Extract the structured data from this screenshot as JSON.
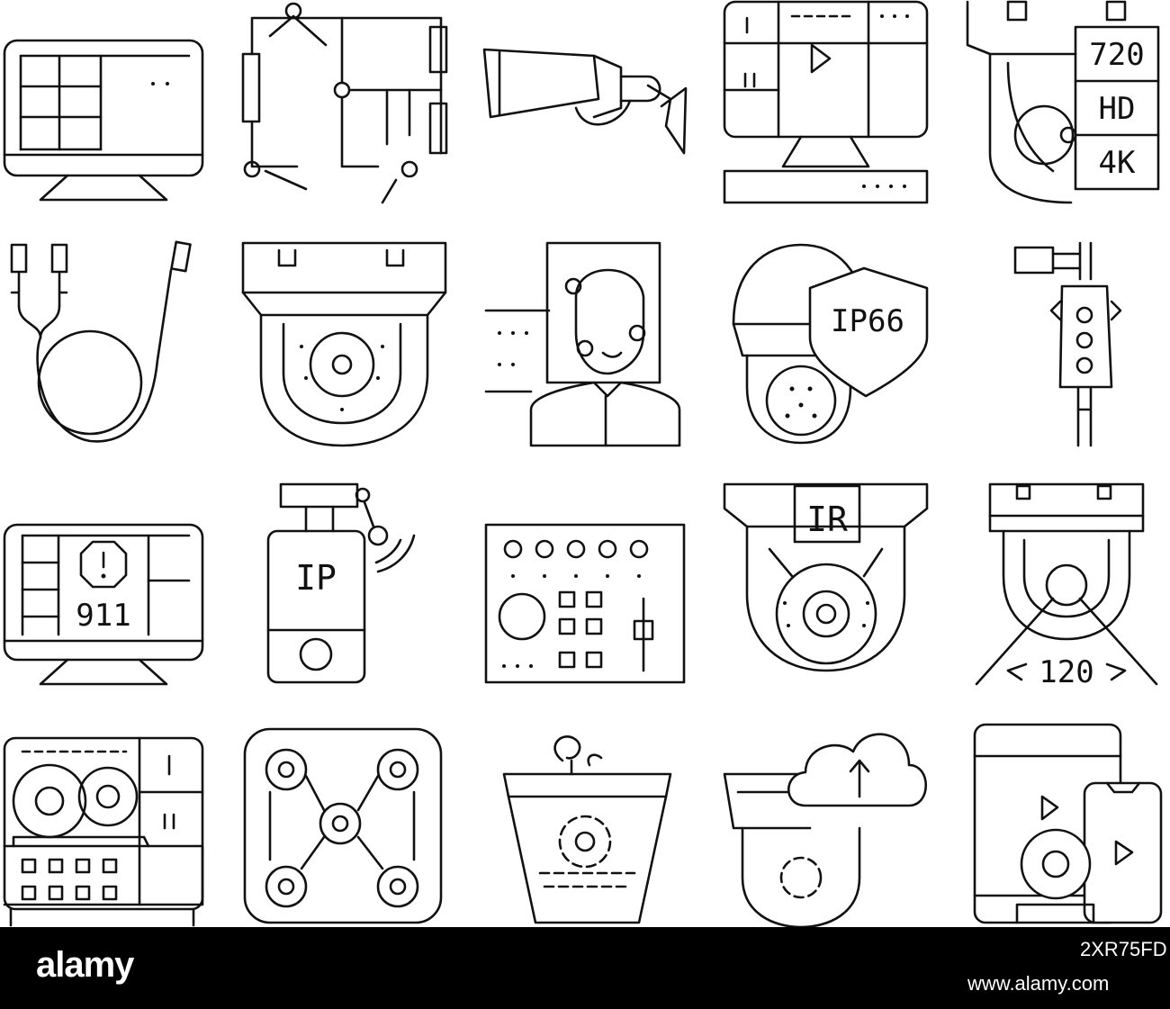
{
  "icons": [
    {
      "name": "video-wall-monitor-icon"
    },
    {
      "name": "wiring-schematic-icon"
    },
    {
      "name": "bullet-camera-icon"
    },
    {
      "name": "dvr-playback-monitor-icon"
    },
    {
      "name": "resolution-camera-icon",
      "labels": [
        "720",
        "HD",
        "4K"
      ]
    },
    {
      "name": "usb-cable-icon"
    },
    {
      "name": "dome-camera-icon"
    },
    {
      "name": "face-recognition-icon"
    },
    {
      "name": "waterproof-camera-icon",
      "label": "IP66"
    },
    {
      "name": "pole-mount-icon"
    },
    {
      "name": "emergency-monitor-icon",
      "label": "911"
    },
    {
      "name": "ip-camera-wireless-icon",
      "label": "IP"
    },
    {
      "name": "control-panel-icon"
    },
    {
      "name": "infrared-camera-icon",
      "label": "IR"
    },
    {
      "name": "wide-angle-camera-icon",
      "label": "120"
    },
    {
      "name": "nvr-recorder-icon"
    },
    {
      "name": "multi-camera-network-icon"
    },
    {
      "name": "smoke-detector-camera-icon"
    },
    {
      "name": "cloud-camera-icon"
    },
    {
      "name": "mobile-streaming-icon"
    }
  ],
  "watermark": {
    "logo": "alamy",
    "image_id": "2XR75FD",
    "url": "www.alamy.com"
  }
}
